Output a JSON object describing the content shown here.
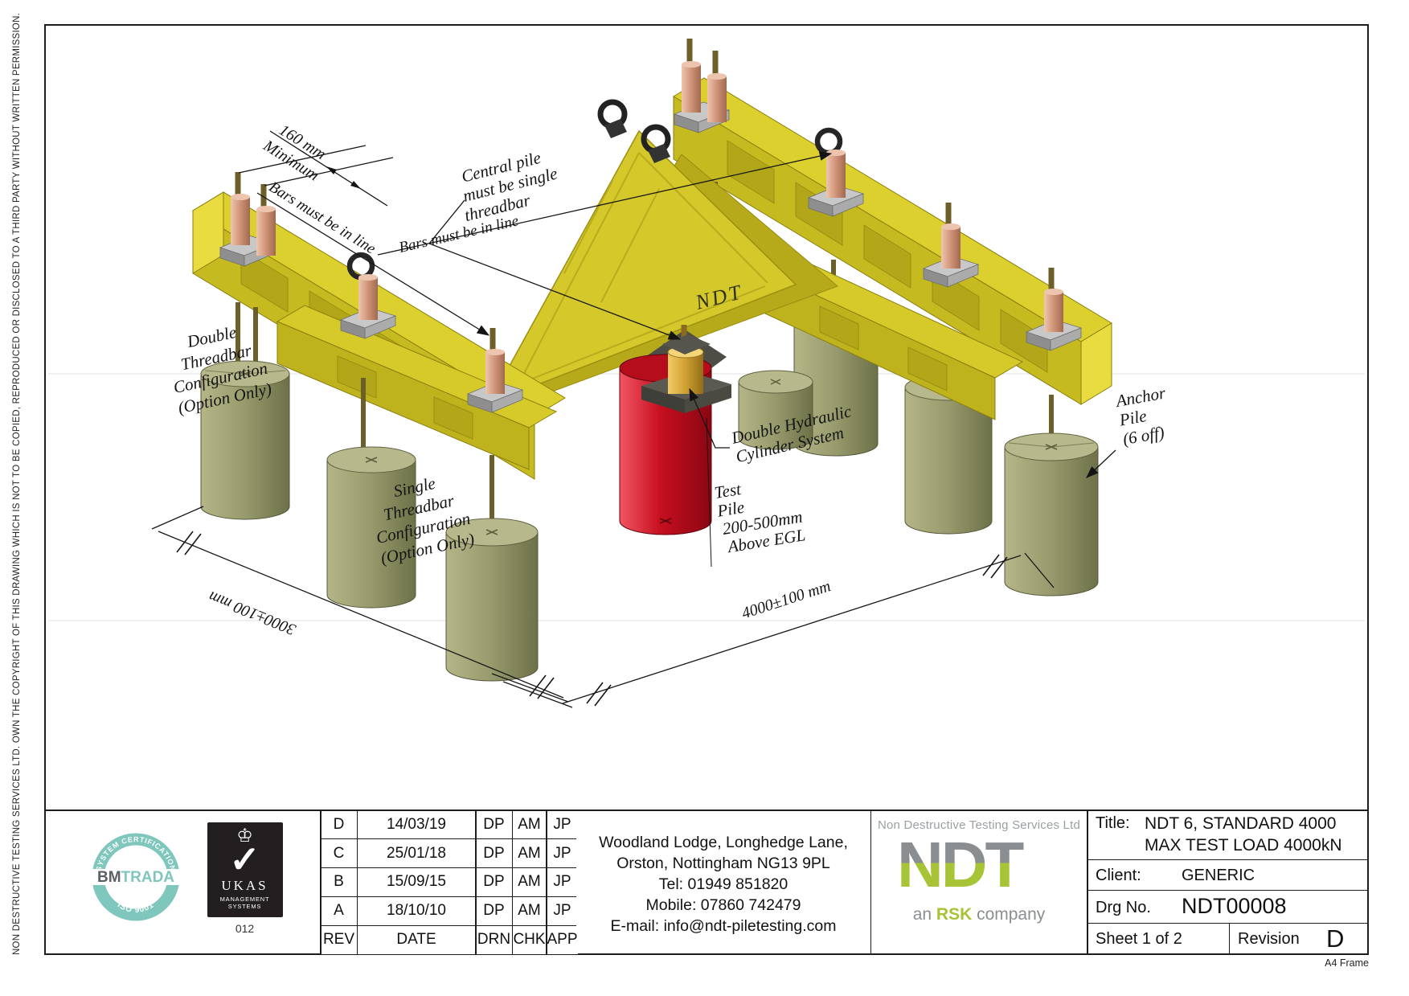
{
  "page": {
    "a4_label": "A4 Frame",
    "copyright": "NON DESTRUCTIVE TESTING SERVICES LTD.  OWN THE COPYRIGHT OF THIS DRAWING WHICH IS NOT TO BE COPIED, REPRODUCED OR DISCLOSED TO A THIRD PARTY WITHOUT WRITTEN PERMISSION."
  },
  "drawing": {
    "dim_160": [
      "160 mm",
      "Minimum"
    ],
    "bars_in_line": "Bars must be in line",
    "central_pile": [
      "Central  pile",
      "must be single",
      "threadbar"
    ],
    "beam_brand": "NDT",
    "hydraulic": [
      "Double Hydraulic",
      "Cylinder System"
    ],
    "test_pile": [
      "Test",
      "Pile",
      "200-500mm",
      "Above EGL"
    ],
    "anchor_pile": [
      "Anchor",
      "Pile",
      "(6 off)"
    ],
    "double_config": [
      "Double",
      "Threadbar",
      "Configuration",
      "(Option Only)"
    ],
    "single_config": [
      "Single",
      "Threadbar",
      "Configuration",
      "(Option Only)"
    ],
    "dim_3000": "3000±100 mm",
    "dim_4000": "4000±100 mm"
  },
  "revisions": {
    "header": {
      "rev": "REV",
      "date": "DATE",
      "drn": "DRN",
      "chk": "CHK",
      "app": "APP"
    },
    "rows": [
      {
        "rev": "D",
        "date": "14/03/19",
        "drn": "DP",
        "chk": "AM",
        "app": "JP"
      },
      {
        "rev": "C",
        "date": "25/01/18",
        "drn": "DP",
        "chk": "AM",
        "app": "JP"
      },
      {
        "rev": "B",
        "date": "15/09/15",
        "drn": "DP",
        "chk": "AM",
        "app": "JP"
      },
      {
        "rev": "A",
        "date": "18/10/10",
        "drn": "DP",
        "chk": "AM",
        "app": "JP"
      }
    ]
  },
  "address": {
    "lines": [
      "Woodland Lodge, Longhedge Lane,",
      "Orston, Nottingham NG13 9PL",
      "Tel: 01949 851820",
      "Mobile: 07860 742479",
      "E-mail: info@ndt-piletesting.com"
    ]
  },
  "company": {
    "tagline": "Non Destructive Testing Services Ltd",
    "logo_text": "NDT",
    "subline_prefix": "an ",
    "subline_bold": "RSK",
    "subline_suffix": " company"
  },
  "title_block": {
    "title_label": "Title:",
    "title_lines": [
      "NDT 6, STANDARD 4000",
      "MAX TEST LOAD 4000kN"
    ],
    "client_label": "Client:",
    "client": "GENERIC",
    "drg_label": "Drg No.",
    "drg_no": "NDT00008",
    "sheet": "Sheet 1 of 2",
    "revision_label": "Revision",
    "revision": "D"
  },
  "certification": {
    "bmtrada": {
      "arc_top": "SYSTEM CERTIFICATION",
      "arc_bottom": "ISO 9001",
      "name_bold": "BM",
      "name_light": "TRADA"
    },
    "ukas": {
      "crown": "♔",
      "check": "✓",
      "name": "UKAS",
      "subtitle_1": "MANAGEMENT",
      "subtitle_2": "SYSTEMS",
      "number": "012"
    }
  },
  "colors": {
    "ndt_green": "#a6c436",
    "ndt_gray": "#8b8e90",
    "bmtrada_teal": "#7fc6bd",
    "beam_yellow": "#d4c82a",
    "pile_olive": "#979a6c",
    "test_pile_red": "#c60e1e"
  }
}
